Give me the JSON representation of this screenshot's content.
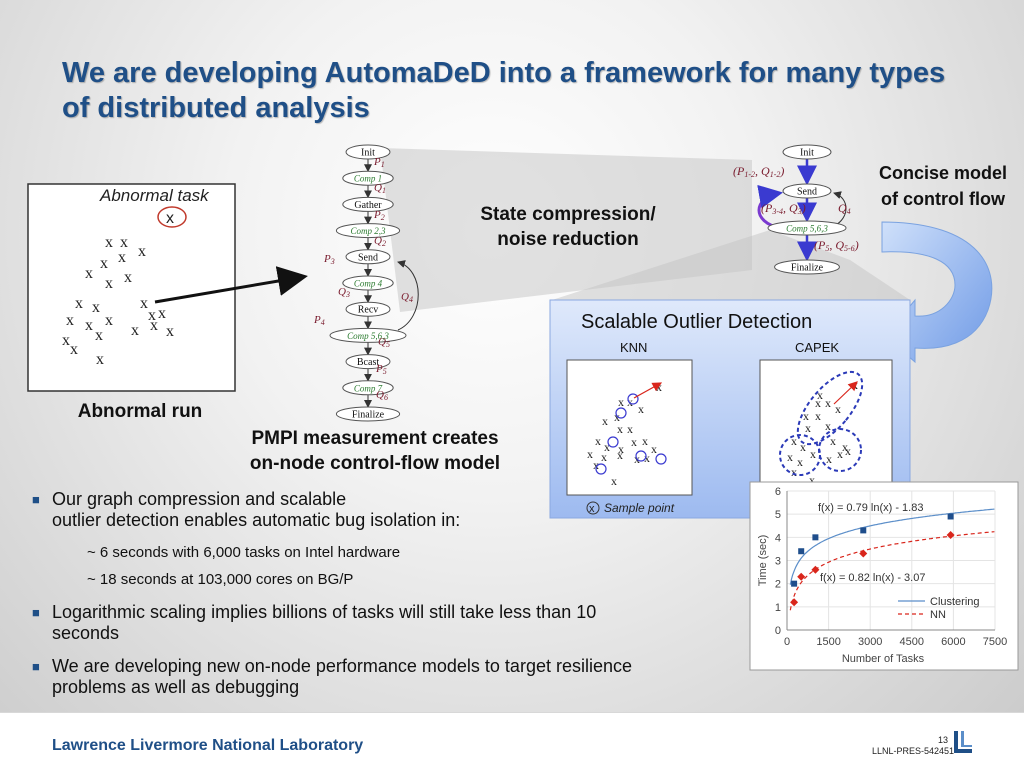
{
  "title": "We are developing AutomaDeD into a framework for many types of distributed analysis",
  "abnormal_box": {
    "title": "Abnormal task",
    "marker": "x"
  },
  "abnormal_run_label": "Abnormal run",
  "pmpi_label_1": "PMPI measurement creates",
  "pmpi_label_2": "on-node control-flow model",
  "state_label_1": "State compression/",
  "state_label_2": "noise reduction",
  "concise_label_1": "Concise model",
  "concise_label_2": "of control flow",
  "graph_left": {
    "nodes": [
      "Init",
      "Comp 1",
      "Gather",
      "Comp 2,3",
      "Send",
      "Comp 4",
      "Recv",
      "Comp 5,6,3",
      "Bcast",
      "Comp 7",
      "Finalize"
    ],
    "edges": [
      "P",
      "Q",
      "P",
      "Q",
      "P",
      "Q",
      "P",
      "Q",
      "P",
      "Q",
      "Q"
    ],
    "subs": [
      "1",
      "1",
      "2",
      "2",
      "3",
      "3",
      "4",
      "5",
      "5",
      "6",
      "4"
    ]
  },
  "graph_right": {
    "nodes": [
      "Init",
      "Send",
      "Comp 5,6,3",
      "Finalize"
    ],
    "e1": "P",
    "e1s": "1-2",
    "e1b": "Q",
    "e1bs": "1-2",
    "e2": "P",
    "e2s": "3-4",
    "e2b": "Q",
    "e2bs": "3",
    "e3": "Q",
    "e3s": "4",
    "e4": "P",
    "e4s": "5",
    "e4b": "Q",
    "e4bs": "5-6"
  },
  "outlier_panel": {
    "title": "Scalable Outlier Detection",
    "knn": "KNN",
    "capek": "CAPEK",
    "legend": "Sample point",
    "marker": "x"
  },
  "chart_data": {
    "type": "scatter",
    "title": "",
    "xlabel": "Number of Tasks",
    "ylabel": "Time (sec)",
    "xlim": [
      0,
      7500
    ],
    "ylim": [
      0,
      6
    ],
    "xticks": [
      "0",
      "1500",
      "3000",
      "4500",
      "6000",
      "7500"
    ],
    "yticks": [
      "0",
      "1",
      "2",
      "3",
      "4",
      "5",
      "6"
    ],
    "series": [
      {
        "name": "Clustering",
        "color": "#1f4e8c",
        "marker": "square",
        "points": [
          [
            256,
            2.0
          ],
          [
            512,
            3.4
          ],
          [
            1024,
            4.0
          ],
          [
            2750,
            4.3
          ],
          [
            5900,
            4.9
          ]
        ],
        "fit": "f(x) = 0.79 ln(x) - 1.83",
        "fit_a": 0.79,
        "fit_b": -1.83,
        "fit_color": "#5b8ec9"
      },
      {
        "name": "NN",
        "color": "#d9261c",
        "marker": "diamond",
        "points": [
          [
            256,
            1.2
          ],
          [
            512,
            2.3
          ],
          [
            1024,
            2.6
          ],
          [
            2750,
            3.3
          ],
          [
            5900,
            4.1
          ]
        ],
        "fit": "f(x) = 0.82 ln(x) - 3.07",
        "fit_a": 0.82,
        "fit_b": -3.07,
        "fit_color": "#d9261c"
      }
    ],
    "legend_position": "bottom-right"
  },
  "bullets": [
    {
      "text1": "Our graph compression and scalable",
      "text2": "outlier detection enables automatic bug isolation in:"
    },
    {
      "text1": "Logarithmic scaling implies billions of tasks will still take less than 10",
      "text2": "seconds"
    },
    {
      "text1": "We are developing new on-node performance models to target resilience",
      "text2": "problems as well as debugging"
    }
  ],
  "subbullets": [
    "~ 6 seconds with 6,000 tasks on Intel hardware",
    "~ 18 seconds at 103,000 cores on BG/P"
  ],
  "footer": {
    "lab": "Lawrence Livermore National Laboratory",
    "page": "13",
    "code": "LLNL-PRES-542451"
  }
}
